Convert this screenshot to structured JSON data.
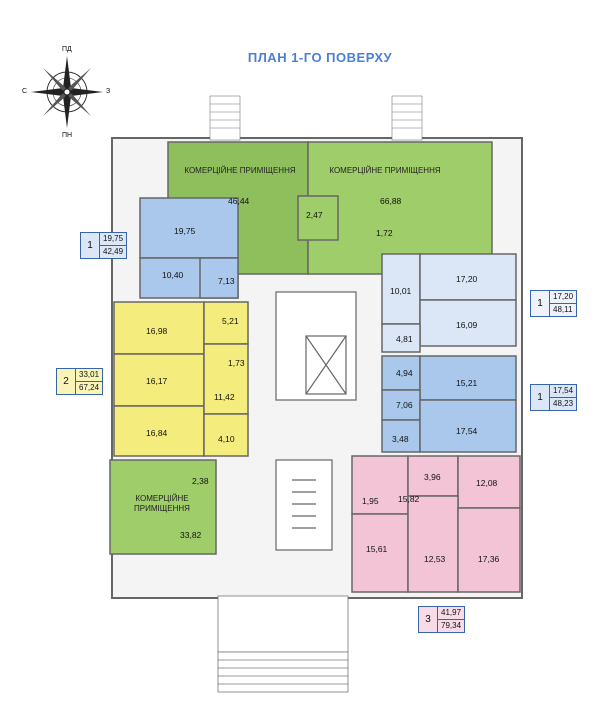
{
  "title": "ПЛАН 1-ГО ПОВЕРХУ",
  "compass": {
    "north": "ПД",
    "south": "ПН",
    "west": "С",
    "east": "З"
  },
  "colors": {
    "commercial": "#9cc46a",
    "unit1": "#a9c8ec",
    "unit1_light": "#dbe7f7",
    "unit2": "#f4ec7c",
    "unit3": "#f2c4d6",
    "wall": "#555555",
    "title": "#4a7fd8"
  },
  "labels": {
    "commercial": "КОМЕРЦІЙНЕ ПРИМІЩЕННЯ"
  },
  "rooms": {
    "r4644": "46,44",
    "r6688": "66,88",
    "r247": "2,47",
    "r172": "1,72",
    "r1975": "19,75",
    "r1040": "10,40",
    "r713": "7,13",
    "r521": "5,21",
    "r1698": "16,98",
    "r1617": "16,17",
    "r173": "1,73",
    "r1142": "11,42",
    "r1684": "16,84",
    "r410": "4,10",
    "r1720": "17,20",
    "r1001": "10,01",
    "r1609": "16,09",
    "r481": "4,81",
    "r494": "4,94",
    "r1521": "15,21",
    "r706": "7,06",
    "r348": "3,48",
    "r1754": "17,54",
    "r238": "2,38",
    "r3382": "33,82",
    "r396": "3,96",
    "r1208": "12,08",
    "r195": "1,95",
    "r1582": "15,82",
    "r1561": "15,61",
    "r1253": "12,53",
    "r1736": "17,36"
  },
  "badges": [
    {
      "type": "1",
      "living": "19,75",
      "total": "42,49"
    },
    {
      "type": "2",
      "living": "33,01",
      "total": "67,24"
    },
    {
      "type": "1",
      "living": "17,20",
      "total": "48,11"
    },
    {
      "type": "1",
      "living": "17,54",
      "total": "48,23"
    },
    {
      "type": "3",
      "living": "41,97",
      "total": "79,34"
    }
  ]
}
